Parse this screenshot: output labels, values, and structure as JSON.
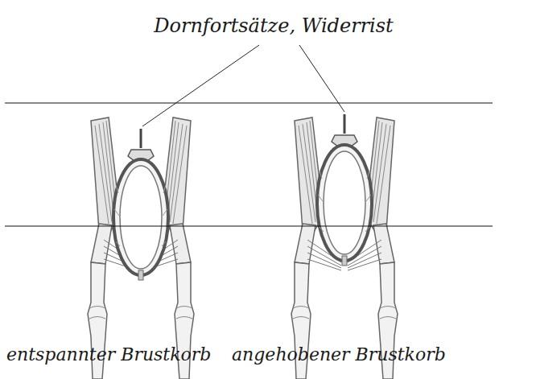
{
  "diagram": {
    "labels": [
      "Dornfortsätze, Widerrist",
      "entspannter Brustkorb",
      "angehobener Brustkorb"
    ]
  }
}
